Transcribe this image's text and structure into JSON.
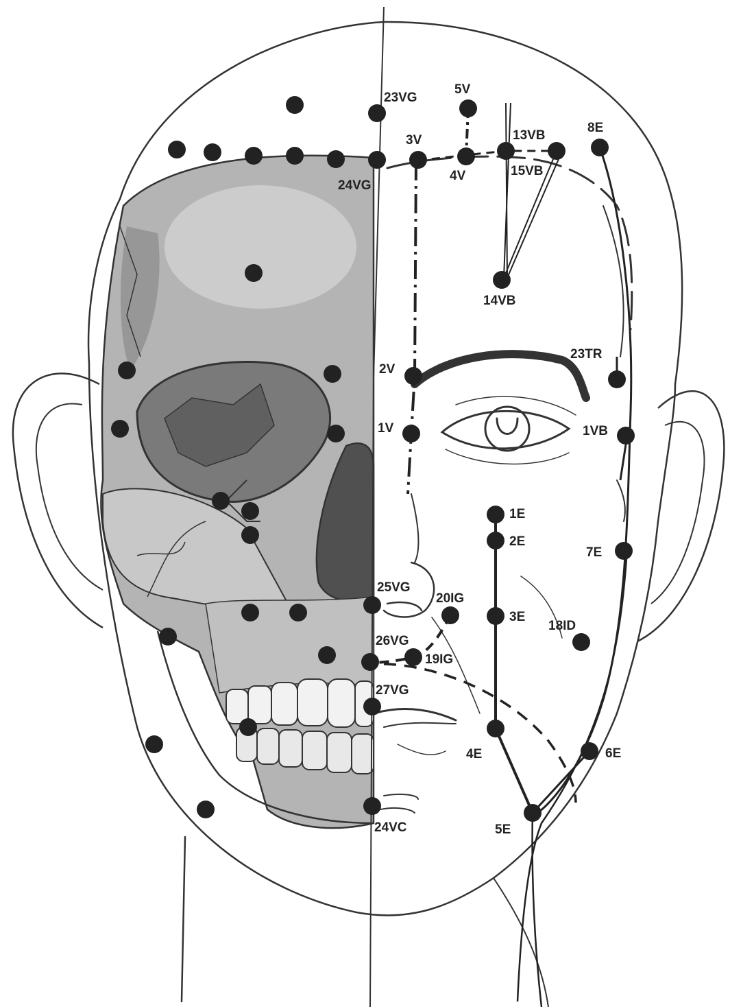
{
  "colors": {
    "background": "#ffffff",
    "line": "#333333",
    "skull_shade": "#9a9a9a",
    "point": "#222222"
  },
  "points": [
    {
      "id": "23VG",
      "label": "23VG"
    },
    {
      "id": "5V",
      "label": "5V"
    },
    {
      "id": "3V",
      "label": "3V"
    },
    {
      "id": "13VB",
      "label": "13VB"
    },
    {
      "id": "8E",
      "label": "8E"
    },
    {
      "id": "4V",
      "label": "4V"
    },
    {
      "id": "15VB",
      "label": "15VB"
    },
    {
      "id": "24VG",
      "label": "24VG"
    },
    {
      "id": "14VB",
      "label": "14VB"
    },
    {
      "id": "2V",
      "label": "2V"
    },
    {
      "id": "23TR",
      "label": "23TR"
    },
    {
      "id": "1V",
      "label": "1V"
    },
    {
      "id": "1VB",
      "label": "1VB"
    },
    {
      "id": "1E",
      "label": "1E"
    },
    {
      "id": "2E",
      "label": "2E"
    },
    {
      "id": "7E",
      "label": "7E"
    },
    {
      "id": "25VG",
      "label": "25VG"
    },
    {
      "id": "20IG",
      "label": "20IG"
    },
    {
      "id": "3E",
      "label": "3E"
    },
    {
      "id": "18ID",
      "label": "18ID"
    },
    {
      "id": "26VG",
      "label": "26VG"
    },
    {
      "id": "19IG",
      "label": "19IG"
    },
    {
      "id": "27VG",
      "label": "27VG"
    },
    {
      "id": "4E",
      "label": "4E"
    },
    {
      "id": "6E",
      "label": "6E"
    },
    {
      "id": "24VC",
      "label": "24VC"
    },
    {
      "id": "5E",
      "label": "5E"
    }
  ]
}
